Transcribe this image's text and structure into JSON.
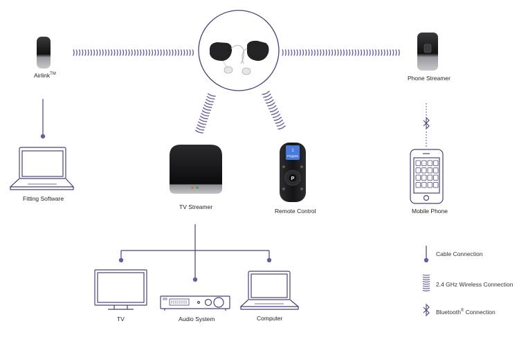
{
  "labels": {
    "airlink": "Airlink",
    "airlink_tm": "TM",
    "phone_streamer": "Phone Streamer",
    "fitting_software": "Fitting Software",
    "tv_streamer": "TV Streamer",
    "remote_control": "Remote Control",
    "mobile_phone": "Mobile Phone",
    "tv": "TV",
    "audio_system": "Audio System",
    "computer": "Computer"
  },
  "remote_screen": {
    "line1": "1",
    "line2": "Program"
  },
  "remote_button": "P",
  "legend": {
    "cable": "Cable Connection",
    "wireless": "2.4 GHz Wireless Connection",
    "bluetooth_pre": "Bluetooth",
    "bluetooth_reg": "®",
    "bluetooth_post": " Connection"
  },
  "colors": {
    "accent": "#6b5b9e",
    "device_dark": "#1c1c1e",
    "outline": "#4a3f78"
  },
  "icons": [
    "cable-icon",
    "wireless-icon",
    "bluetooth-icon"
  ]
}
